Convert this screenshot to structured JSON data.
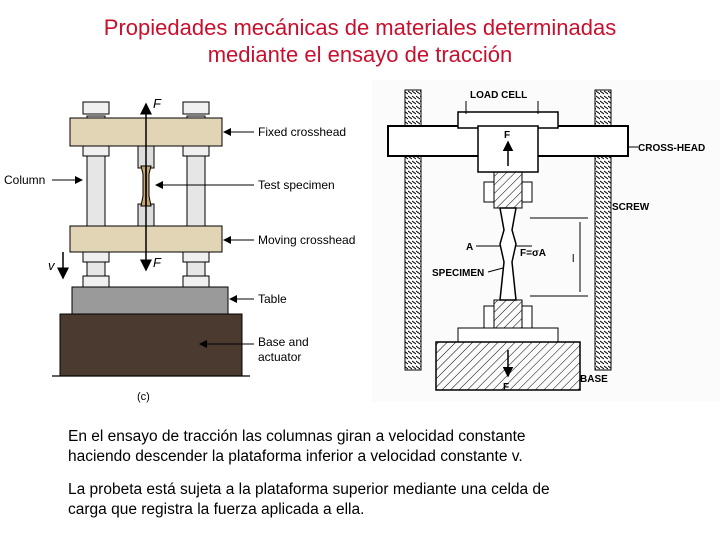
{
  "slide": {
    "title_line1": "Propiedades mecánicas de materiales determinadas",
    "title_line2": "mediante el ensayo de tracción",
    "paragraph1_line1": "En el ensayo de tracción las columnas giran a velocidad constante",
    "paragraph1_line2": "haciendo descender la plataforma inferior a velocidad constante v.",
    "paragraph2_line1": "La probeta está sujeta a la plataforma superior mediante una celda de",
    "paragraph2_line2": "carga que registra la fuerza aplicada a ella."
  },
  "left_diagram": {
    "force_top": "F",
    "force_bottom": "F",
    "velocity": "v",
    "label_column": "Column",
    "label_fixed_crosshead": "Fixed crosshead",
    "label_test_specimen": "Test specimen",
    "label_moving_crosshead": "Moving crosshead",
    "label_table": "Table",
    "label_base_line1": "Base and",
    "label_base_line2": "actuator",
    "caption": "(c)",
    "colors": {
      "crosshead": "#e2d5b5",
      "table": "#9a9a9a",
      "base": "#4a3a30",
      "column": "#e6e6e6"
    }
  },
  "right_diagram": {
    "label_load_cell": "LOAD CELL",
    "label_force_top": "F",
    "label_cross_head": "CROSS-HEAD",
    "label_screw": "SCREW",
    "label_a": "A",
    "label_f_sigma_a": "F=σA",
    "label_specimen": "SPECIMEN",
    "label_l": "l",
    "label_force_bottom": "F",
    "label_base": "BASE"
  }
}
